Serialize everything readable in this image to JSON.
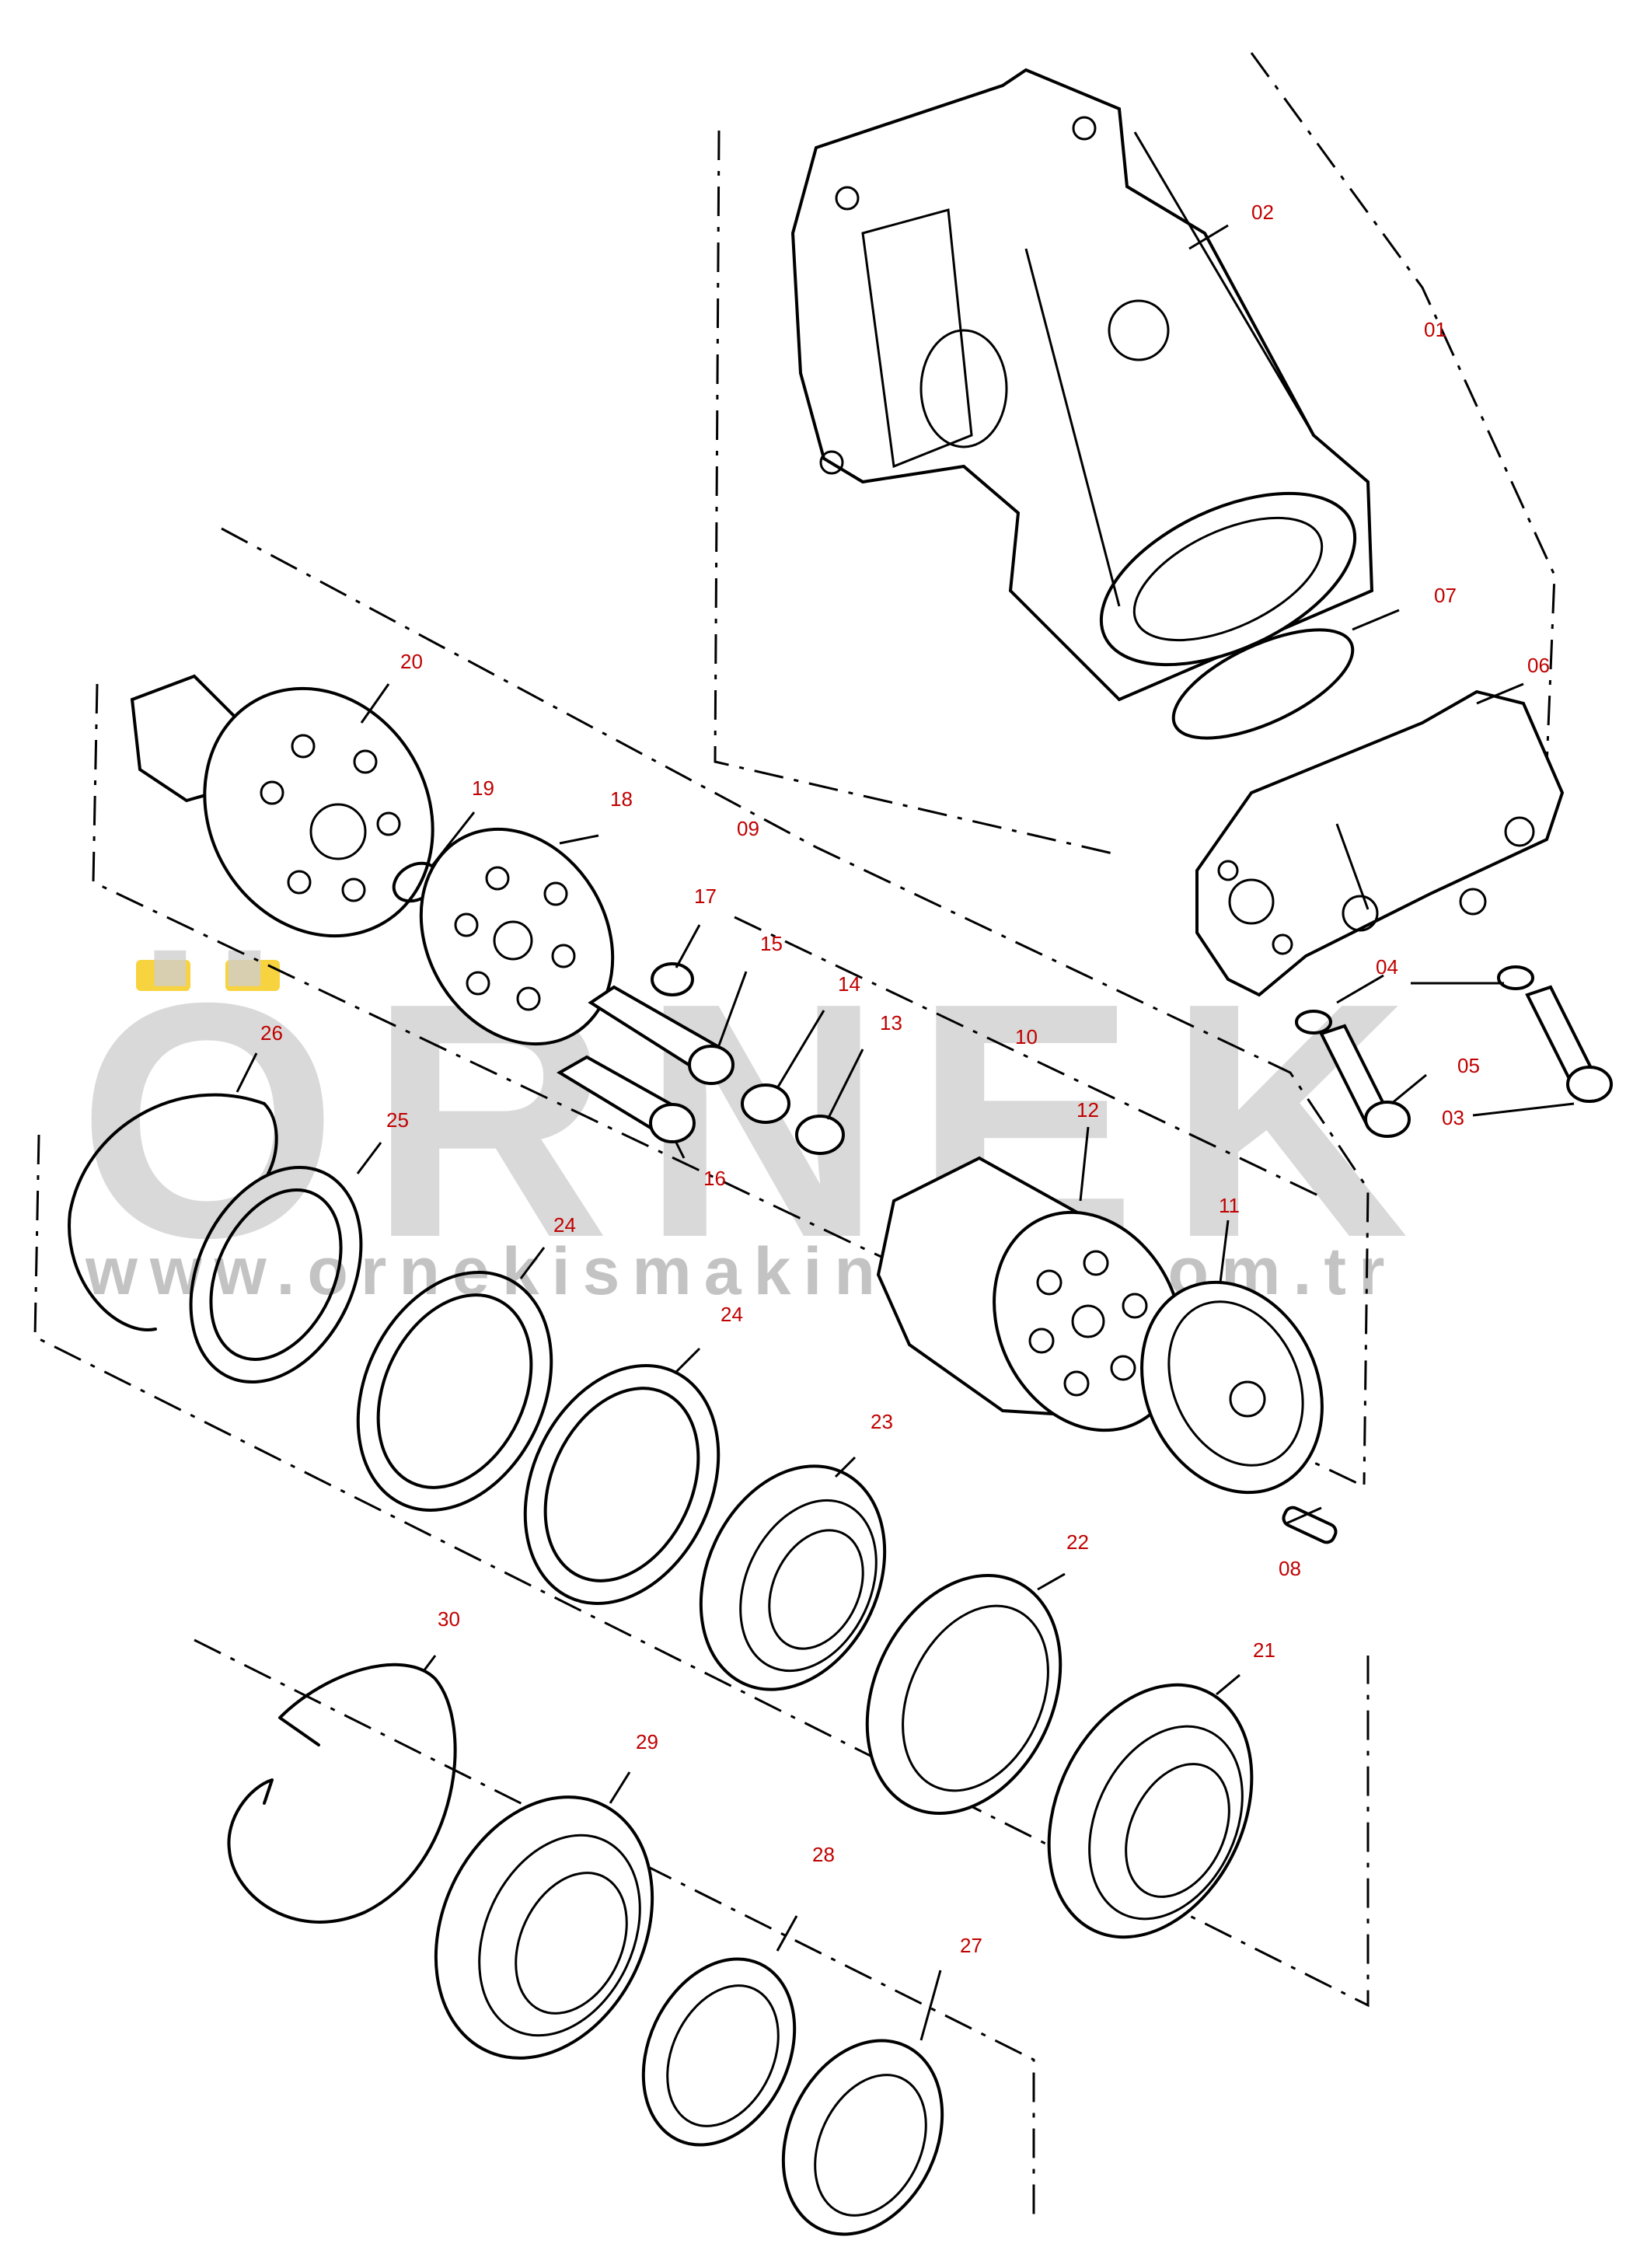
{
  "watermark": {
    "brand": "ÖRNEK",
    "url": "www.ornekismakinalari.com.tr",
    "accent_color": "#f5c400",
    "text_color": "#c8c8c8"
  },
  "label_color": "#c00000",
  "callouts": {
    "p01": "01",
    "p02": "02",
    "p03": "03",
    "p04": "04",
    "p05": "05",
    "p06": "06",
    "p07": "07",
    "p08": "08",
    "p09": "09",
    "p10": "10",
    "p11": "11",
    "p12": "12",
    "p13": "13",
    "p14": "14",
    "p15": "15",
    "p16": "16",
    "p17": "17",
    "p18": "18",
    "p19": "19",
    "p20": "20",
    "p21": "21",
    "p22": "22",
    "p23": "23",
    "p24a": "24",
    "p24b": "24",
    "p25": "25",
    "p26": "26",
    "p27": "27",
    "p28": "28",
    "p29": "29",
    "p30": "30"
  }
}
